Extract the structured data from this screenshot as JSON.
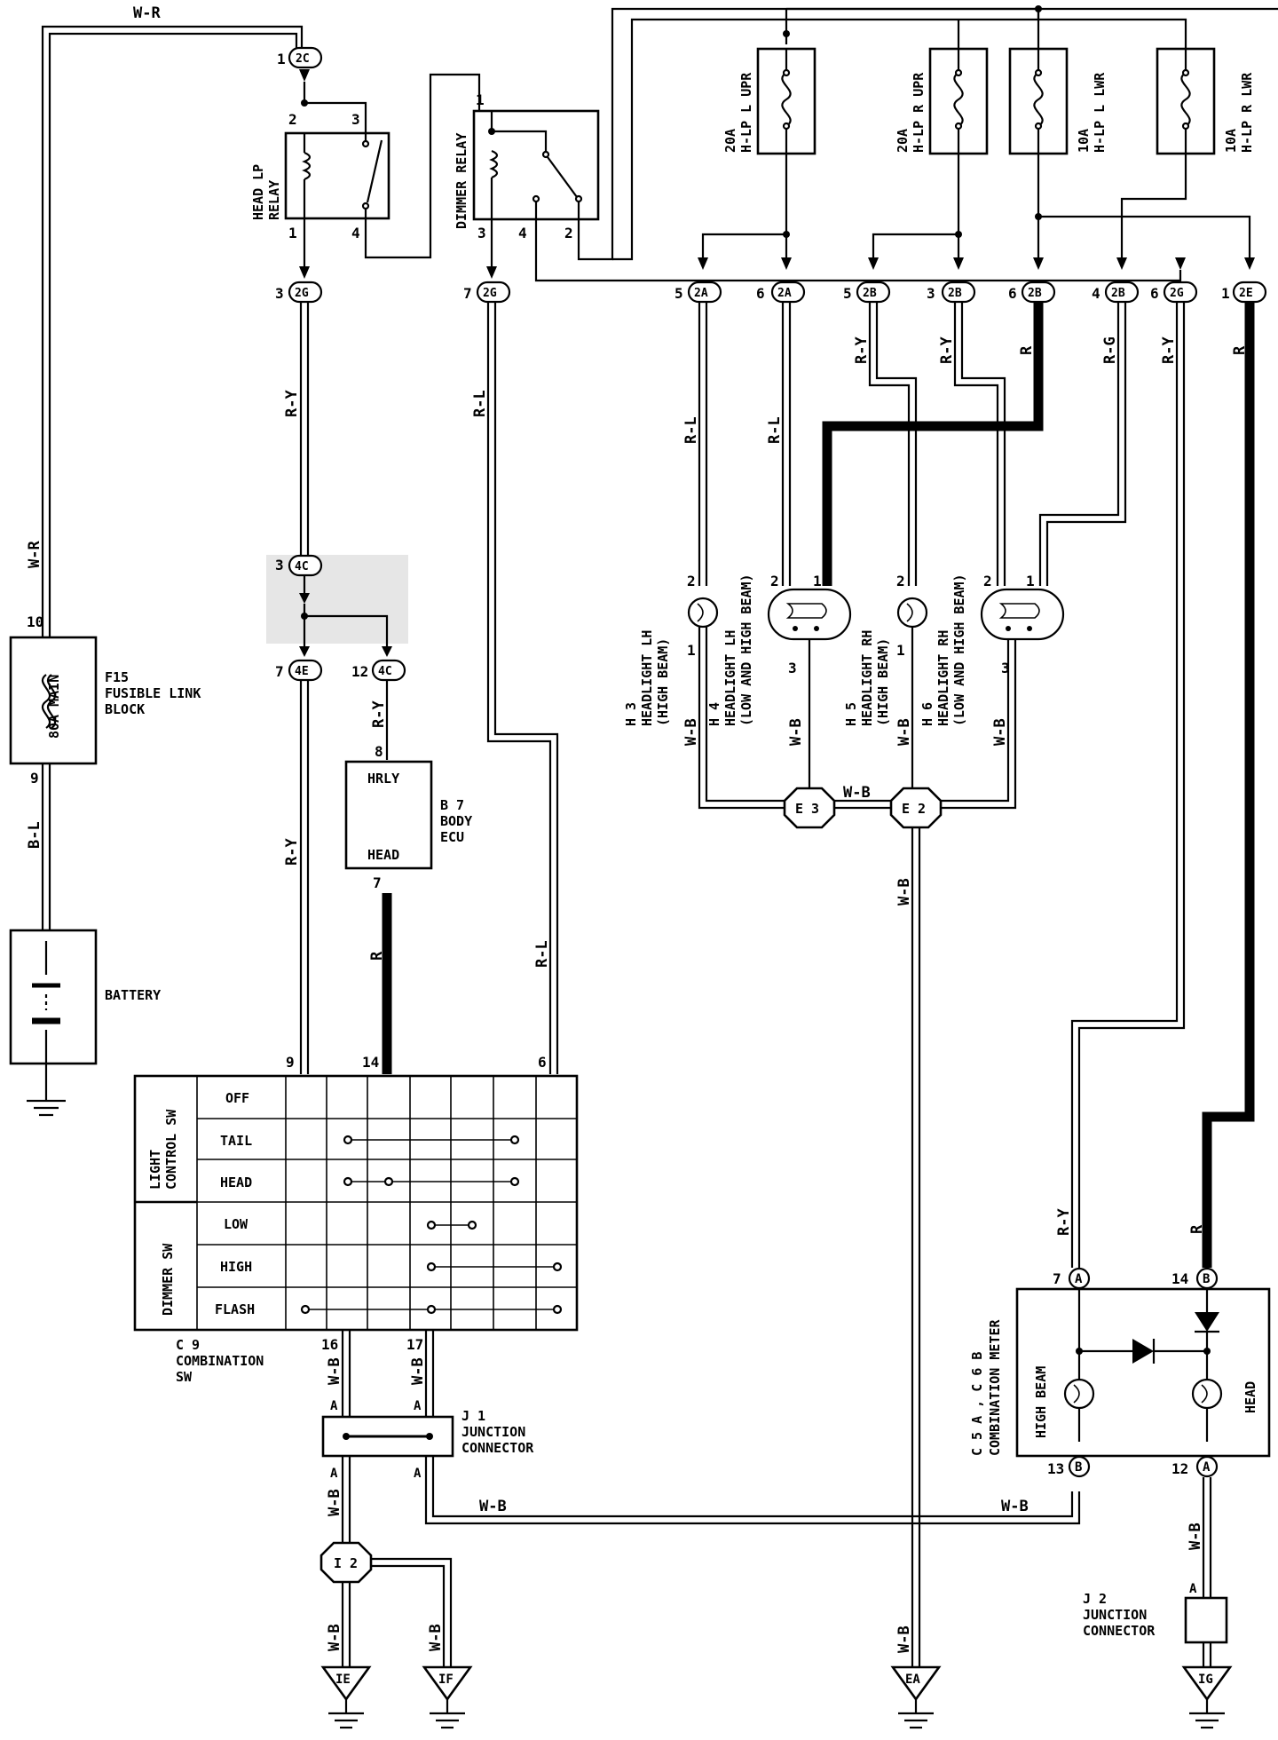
{
  "wires": {
    "w_r": "W-R",
    "r_y": "R-Y",
    "r_l": "R-L",
    "r": "R",
    "r_g": "R-G",
    "b_l": "B-L",
    "w_b": "W-B"
  },
  "connectors": {
    "c2c": "2C",
    "c2g": "2G",
    "c2a": "2A",
    "c2b": "2B",
    "c2e": "2E",
    "c4c": "4C",
    "c4e": "4E",
    "a": "A",
    "b": "B"
  },
  "pins": {
    "p1": "1",
    "p2": "2",
    "p3": "3",
    "p4": "4",
    "p5": "5",
    "p6": "6",
    "p7": "7",
    "p8": "8",
    "p9": "9",
    "p10": "10",
    "p12": "12",
    "p13": "13",
    "p14": "14",
    "p16": "16",
    "p17": "17"
  },
  "components": {
    "head_lp_relay": [
      "HEAD LP",
      "RELAY"
    ],
    "dimmer_relay": "DIMMER RELAY",
    "fuse_hlp_l_upr": [
      "20A",
      "H-LP L UPR"
    ],
    "fuse_hlp_r_upr": [
      "20A",
      "H-LP R UPR"
    ],
    "fuse_hlp_l_lwr": [
      "10A",
      "H-LP L LWR"
    ],
    "fuse_hlp_r_lwr": [
      "10A",
      "H-LP R LWR"
    ],
    "fusible_link": {
      "id": "F15",
      "name": [
        "FUSIBLE LINK",
        "BLOCK"
      ],
      "rating": "80A MAIN"
    },
    "battery": "BATTERY",
    "body_ecu": {
      "id": "B 7",
      "name": [
        "BODY",
        "ECU"
      ],
      "top": "HRLY",
      "bottom": "HEAD"
    },
    "h3": [
      "H 3",
      "HEADLIGHT LH",
      "(HIGH BEAM)"
    ],
    "h4": [
      "H 4",
      "HEADLIGHT LH",
      "(LOW AND HIGH BEAM)"
    ],
    "h5": [
      "H 5",
      "HEADLIGHT RH",
      "(HIGH BEAM)"
    ],
    "h6": [
      "H 6",
      "HEADLIGHT RH",
      "(LOW AND HIGH BEAM)"
    ],
    "e3": "E 3",
    "e2": "E 2",
    "combination_sw": {
      "id": "C 9",
      "name": [
        "COMBINATION",
        "SW"
      ]
    },
    "light_control_sw": [
      "LIGHT",
      "CONTROL SW"
    ],
    "dimmer_sw": "DIMMER SW",
    "switch_rows": [
      "OFF",
      "TAIL",
      "HEAD",
      "LOW",
      "HIGH",
      "FLASH"
    ],
    "j1": {
      "id": "J 1",
      "name": [
        "JUNCTION",
        "CONNECTOR"
      ]
    },
    "j2": {
      "id": "J 2",
      "name": [
        "JUNCTION",
        "CONNECTOR"
      ]
    },
    "i2": "I 2",
    "combination_meter": {
      "id": "C 5 A , C 6 B",
      "name": "COMBINATION METER",
      "high_beam": "HIGH BEAM",
      "head": "HEAD"
    },
    "grounds": {
      "ie": "IE",
      "if": "IF",
      "ea": "EA",
      "ig": "IG"
    }
  }
}
